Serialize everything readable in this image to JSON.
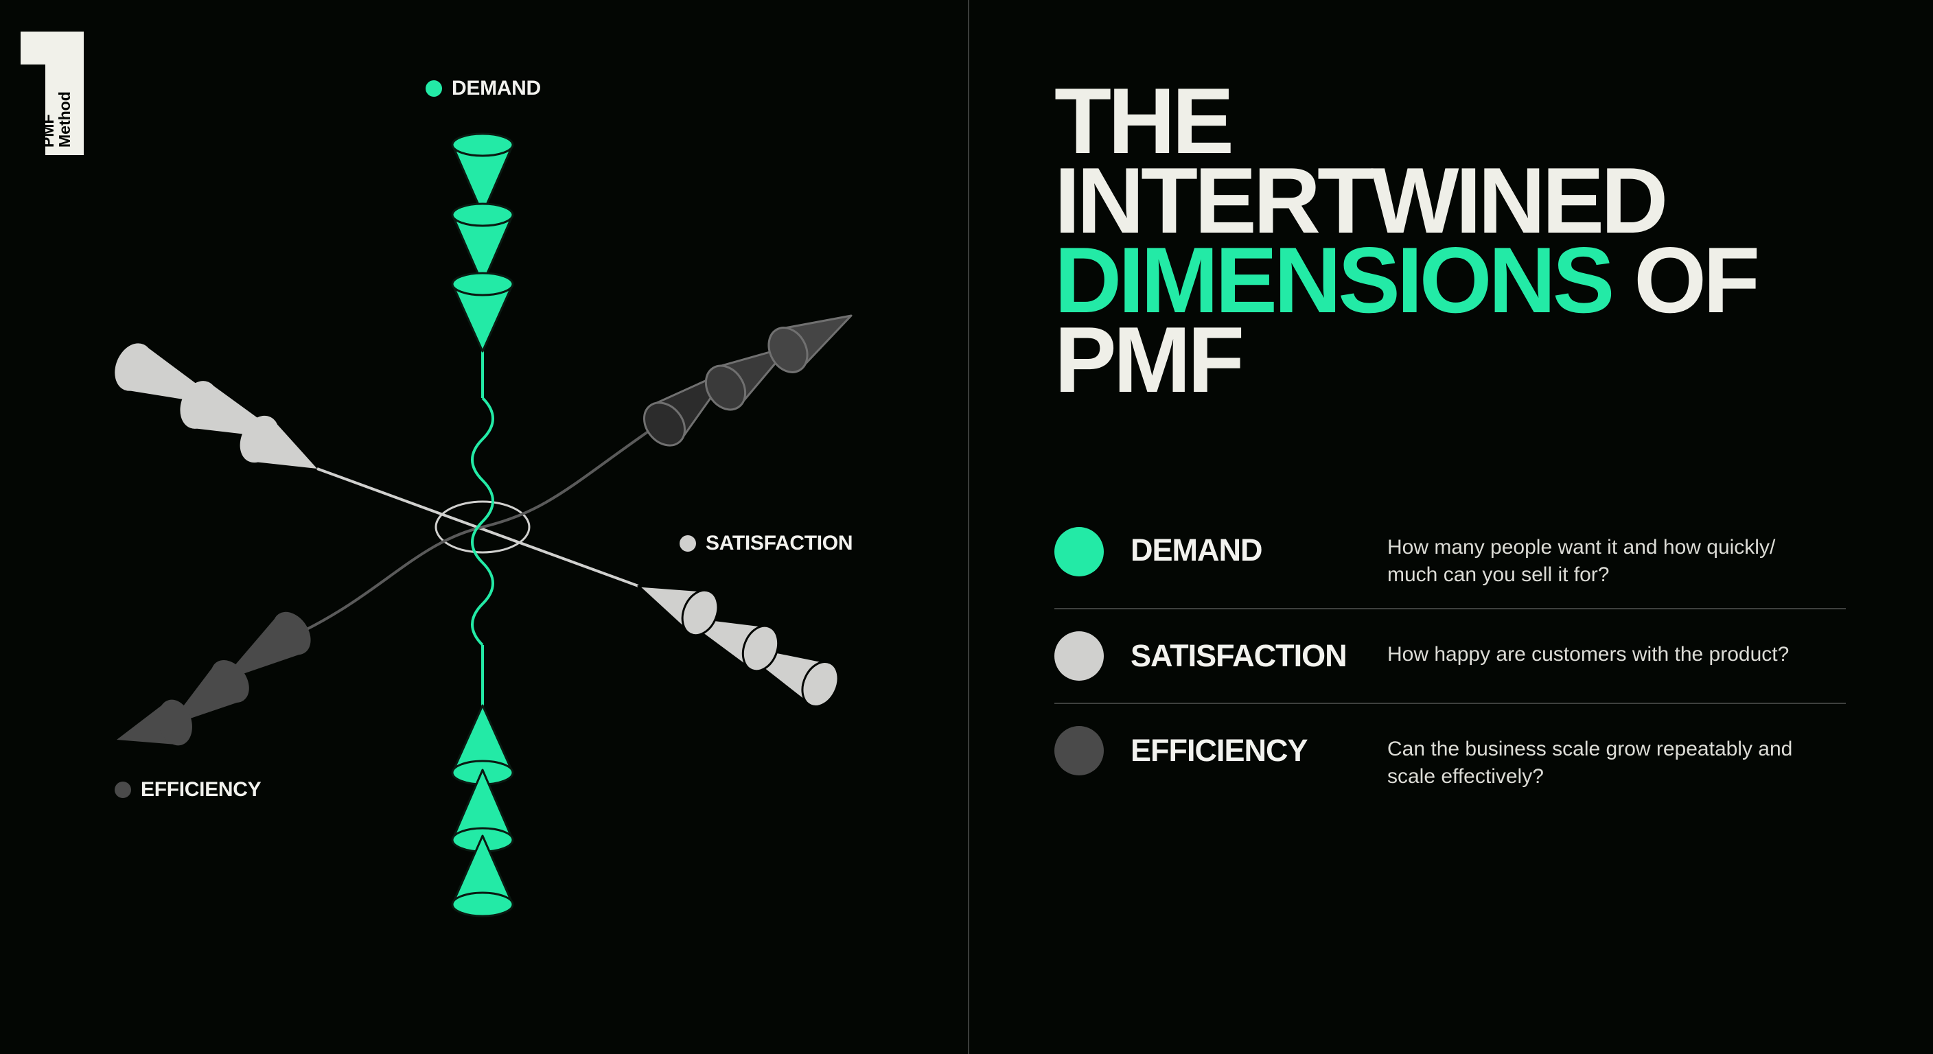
{
  "logo": {
    "numeral": "1",
    "line1": "PMF",
    "line2": "Method"
  },
  "colors": {
    "background": "#030603",
    "demand": "#23eaa6",
    "satisfaction": "#d0d0ce",
    "efficiency": "#4a4a4a",
    "text": "#efefe8"
  },
  "diagram": {
    "labels": {
      "demand": "DEMAND",
      "satisfaction": "SATISFACTION",
      "efficiency": "EFFICIENCY"
    }
  },
  "title": {
    "line1": "THE",
    "line2": "INTERTWINED",
    "line3_accent": "DIMENSIONS",
    "line3_rest": "OF",
    "line4": "PMF"
  },
  "legend": [
    {
      "name": "DEMAND",
      "description": "How many people want it and how quickly/ much can you sell it for?",
      "color": "#23eaa6"
    },
    {
      "name": "SATISFACTION",
      "description": "How happy are customers with the product?",
      "color": "#d0d0ce"
    },
    {
      "name": "EFFICIENCY",
      "description": "Can the business scale grow repeatably and scale effectively?",
      "color": "#4a4a4a"
    }
  ]
}
